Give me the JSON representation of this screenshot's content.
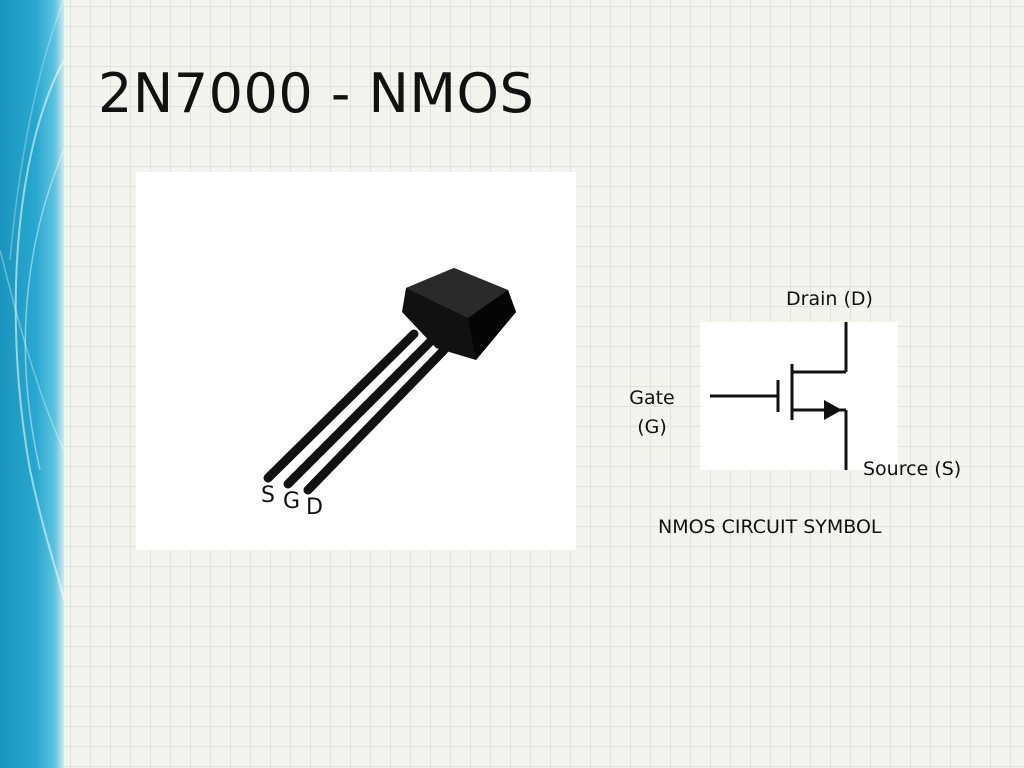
{
  "slide": {
    "title": "2N7000 - NMOS"
  },
  "photo": {
    "pin_labels": [
      "S",
      "G",
      "D"
    ]
  },
  "symbol": {
    "drain_label": "Drain (D)",
    "gate_label_line1": "Gate",
    "gate_label_line2": "(G)",
    "source_label": "Source (S)",
    "caption": "NMOS CIRCUIT SYMBOL"
  },
  "colors": {
    "accent": "#27a7cf",
    "background": "#f4f4ee"
  }
}
